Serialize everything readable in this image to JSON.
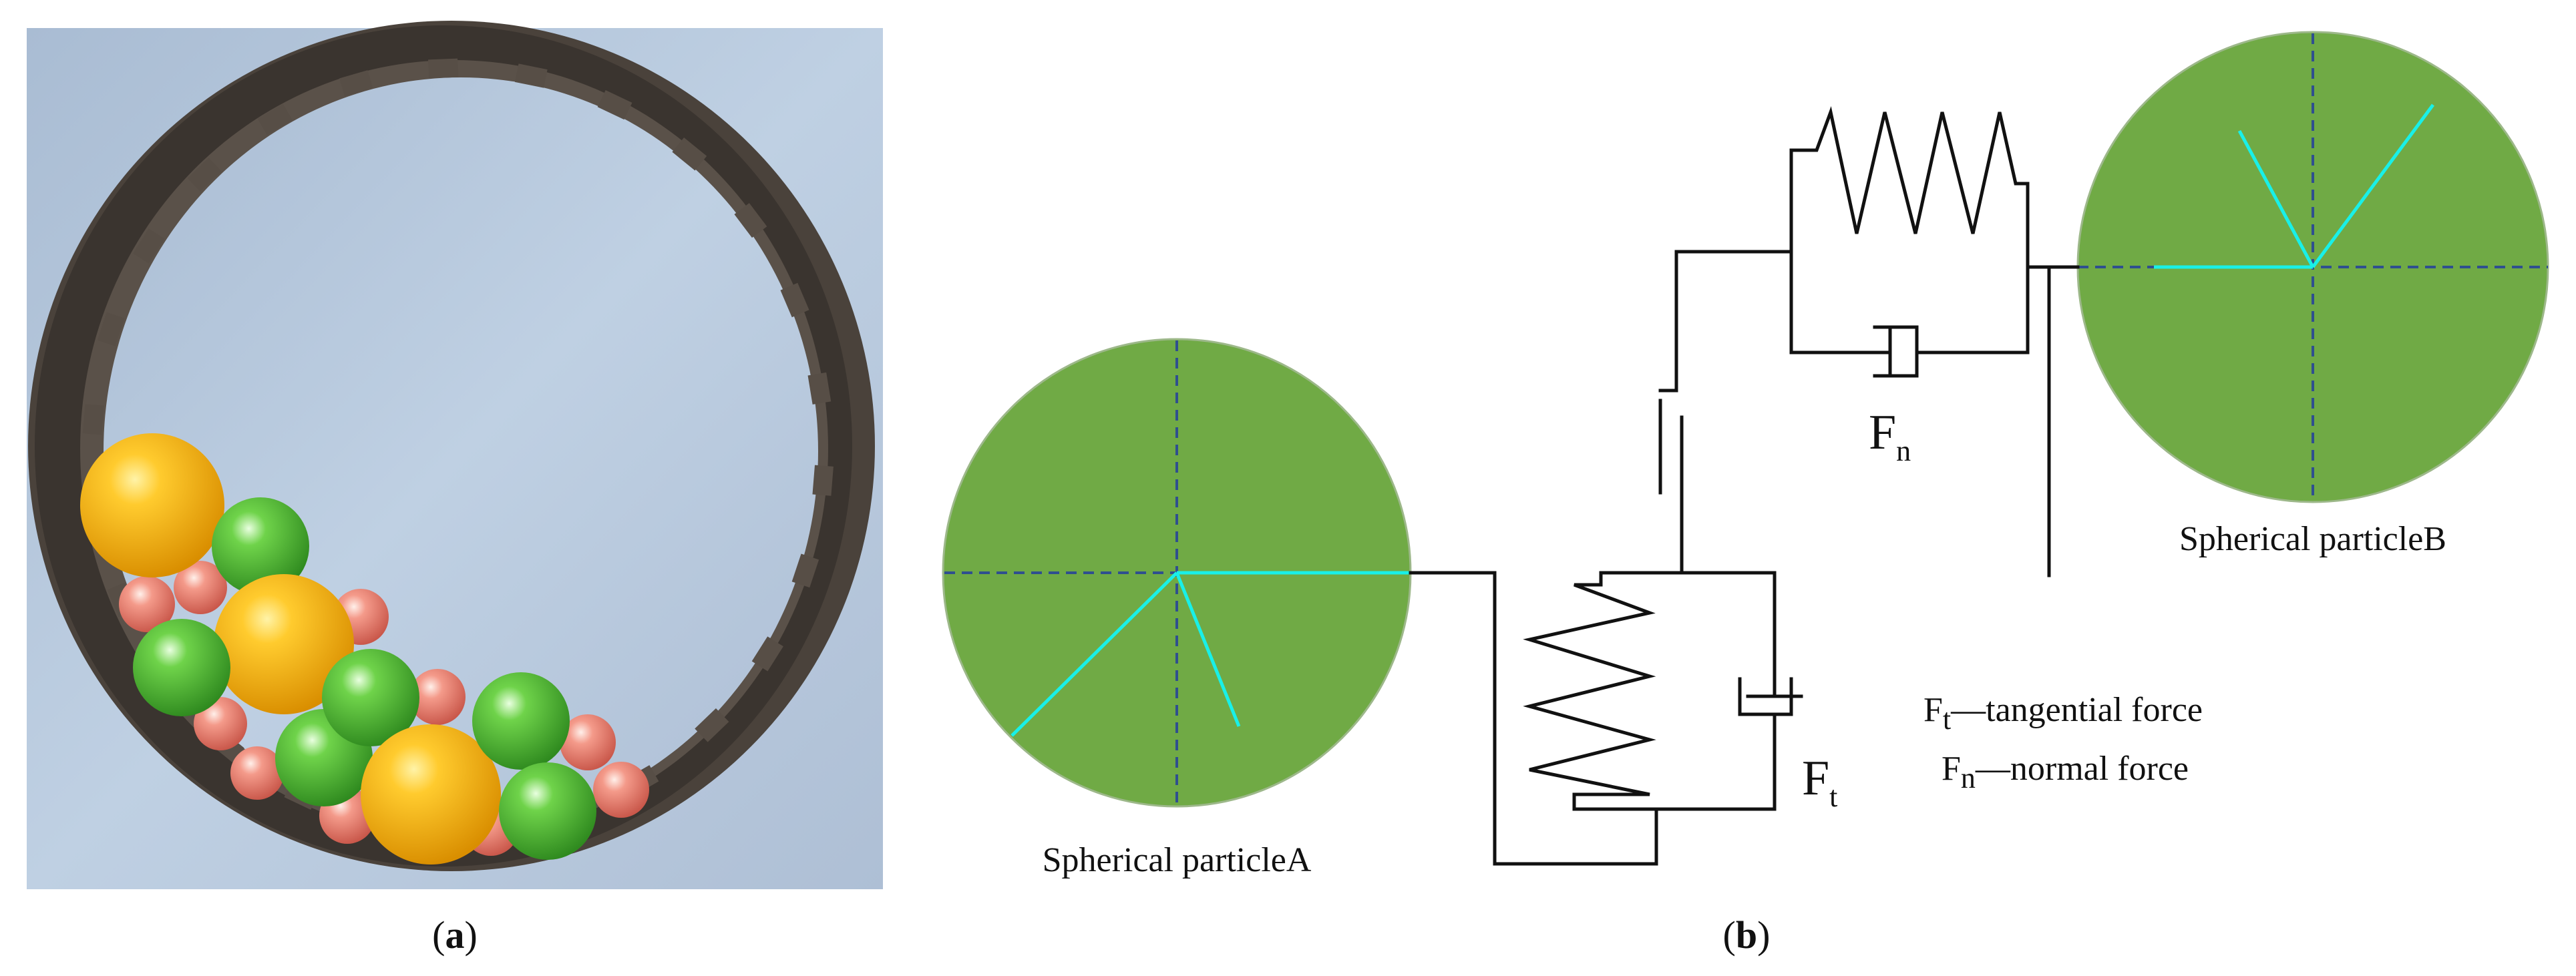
{
  "panel_a": {
    "caption_open": "(",
    "caption_letter": "a",
    "caption_close": ")",
    "colors": {
      "background": "#b5c7dc",
      "ring": "#3b3631",
      "ring_tooth": "#544c44",
      "ball_large": "#f7b114",
      "ball_medium": "#5cc33d",
      "ball_small": "#ef8f80"
    }
  },
  "panel_b": {
    "caption_open": "(",
    "caption_letter": "b",
    "caption_close": ")",
    "particle_a_label": "Spherical particleA",
    "particle_b_label": "Spherical particleB",
    "tangential_symbol": "F",
    "tangential_subscript": "t",
    "normal_symbol": "F",
    "normal_subscript": "n",
    "legend": [
      {
        "symbol": "F",
        "subscript": "t",
        "text": "—tangential force"
      },
      {
        "symbol": "F",
        "subscript": "n",
        "text": "—normal force"
      }
    ],
    "colors": {
      "particle_fill": "#70aa45",
      "particle_edge": "#9db88a",
      "radius_line": "#19f0e8",
      "center_dash": "#2f4f8f",
      "wire": "#111111"
    }
  }
}
